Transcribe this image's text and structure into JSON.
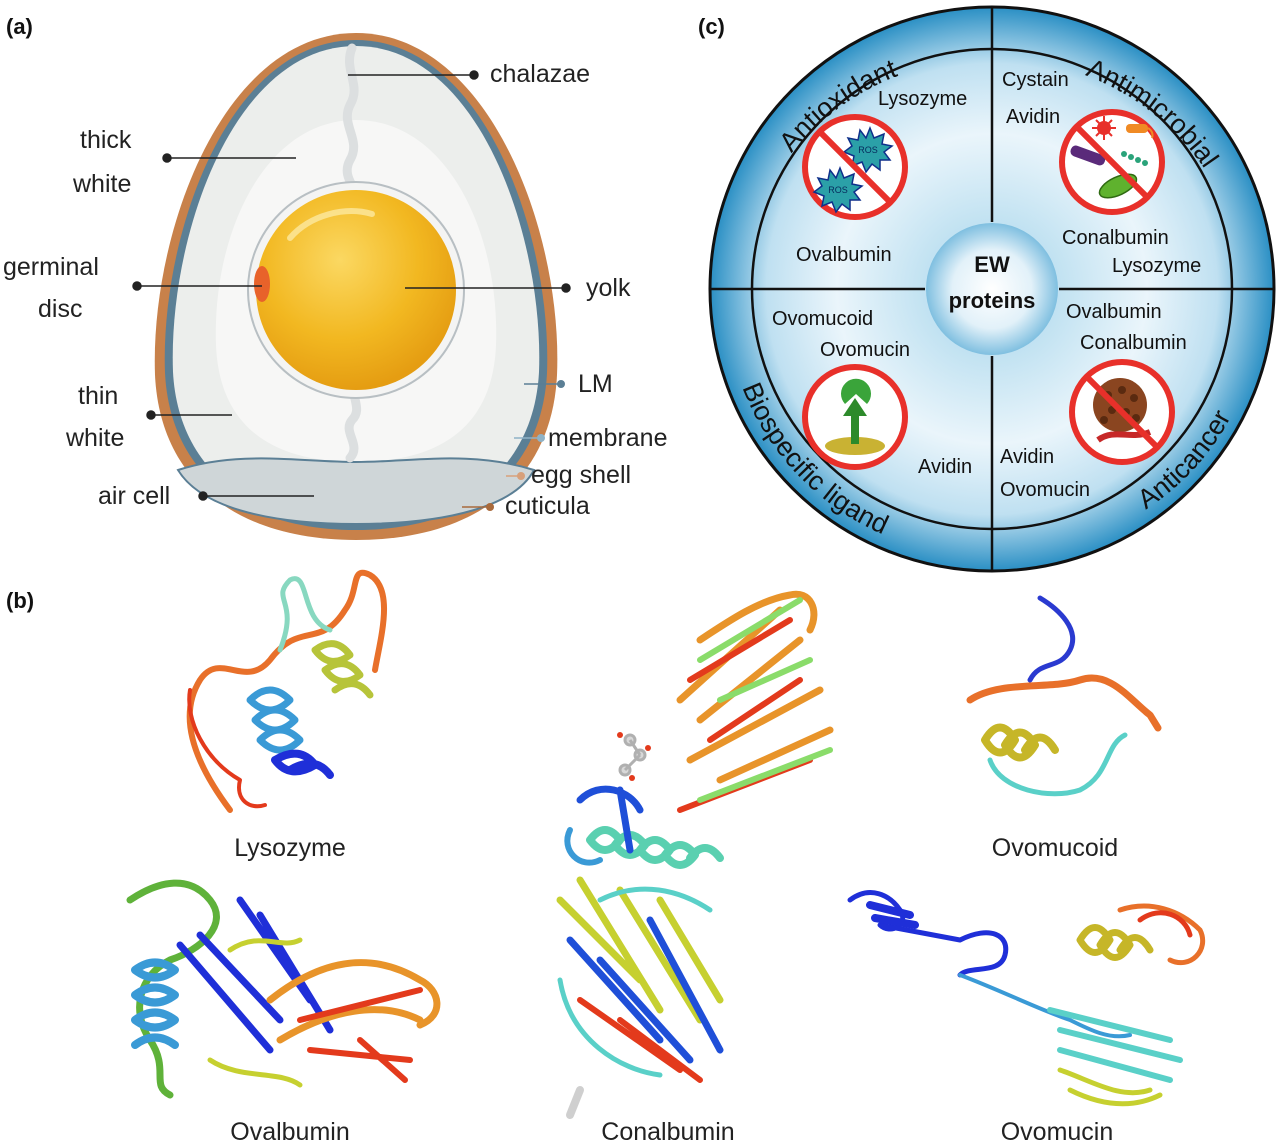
{
  "panels": {
    "a": "(a)",
    "b": "(b)",
    "c": "(c)"
  },
  "egg": {
    "labels": {
      "chalazae": "chalazae",
      "thick_white_1": "thick",
      "thick_white_2": "white",
      "germinal_disc_1": "germinal",
      "germinal_disc_2": "disc",
      "yolk": "yolk",
      "lm": "LM",
      "thin_white_1": "thin",
      "thin_white_2": "white",
      "membrane": "membrane",
      "egg_shell": "egg shell",
      "air_cell": "air cell",
      "cuticula": "cuticula"
    },
    "colors": {
      "shell": "#c8814a",
      "membrane": "#5b7f95",
      "thick_white": "#eceeec",
      "thin_white": "#f7f7f6",
      "yolk": "#f2b821",
      "germinal_disc": "#e8622a",
      "air_cell": "#cfd6d8"
    }
  },
  "wheel": {
    "center": {
      "line1": "EW",
      "line2": "proteins"
    },
    "categories": {
      "antioxidant": "Antioxidant",
      "antimicrobial": "Antimicrobial",
      "biospecific": "Biospecific ligand",
      "anticancer": "Anticancer"
    },
    "items": {
      "q1_a": "Lysozyme",
      "q1_b": "Ovalbumin",
      "q2_a": "Cystain",
      "q2_b": "Avidin",
      "q2_c": "Conalbumin",
      "q2_d": "Lysozyme",
      "q3_a": "Ovomucoid",
      "q3_b": "Ovomucin",
      "q3_c": "Avidin",
      "q4_a": "Ovalbumin",
      "q4_b": "Conalbumin",
      "q4_c": "Avidin",
      "q4_d": "Ovomucin"
    },
    "ros": "ROS",
    "colors": {
      "blue": "#2a8fc4",
      "prohibit": "#e8302a"
    }
  },
  "proteins": {
    "lysozyme": "Lysozyme",
    "ovomucoid": "Ovomucoid",
    "ovalbumin": "Ovalbumin",
    "conalbumin": "Conalbumin",
    "ovomucin": "Ovomucin"
  }
}
